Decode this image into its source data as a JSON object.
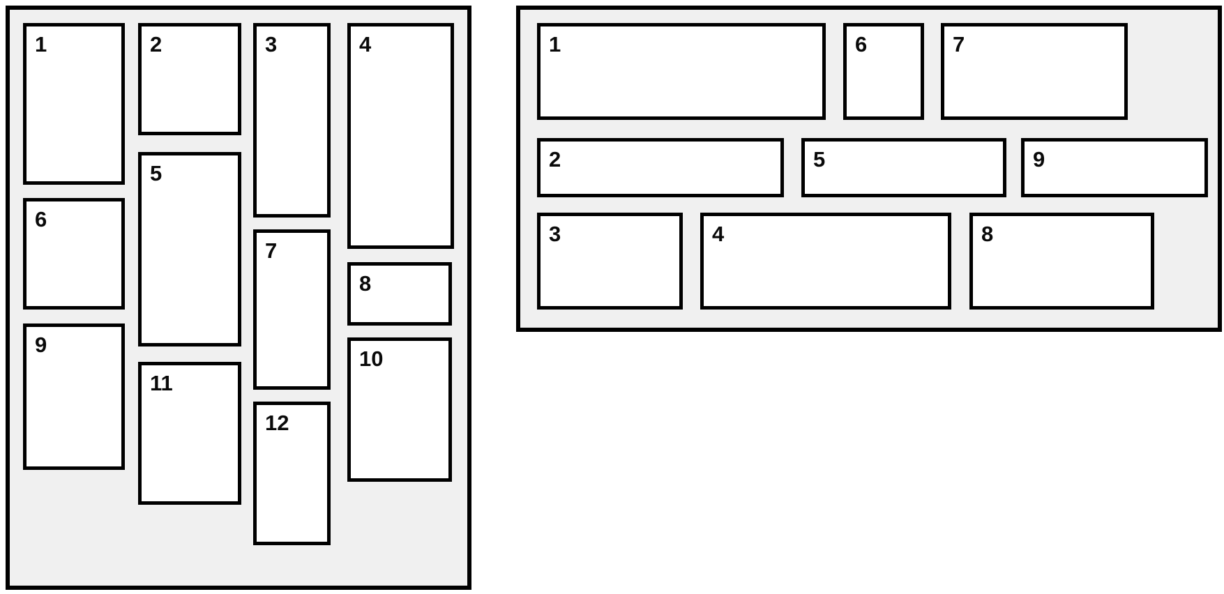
{
  "colors": {
    "page_bg": "#ffffff",
    "panel_bg": "#f0f0f0",
    "box_bg": "#ffffff",
    "border_color": "#000000",
    "label_color": "#0a0a0a"
  },
  "left_panel": {
    "description": "vertical-masonry-columns-example",
    "items": [
      {
        "label": "1"
      },
      {
        "label": "2"
      },
      {
        "label": "3"
      },
      {
        "label": "4"
      },
      {
        "label": "5"
      },
      {
        "label": "6"
      },
      {
        "label": "7"
      },
      {
        "label": "8"
      },
      {
        "label": "9"
      },
      {
        "label": "10"
      },
      {
        "label": "11"
      },
      {
        "label": "12"
      }
    ]
  },
  "right_panel": {
    "description": "horizontal-masonry-rows-example",
    "items": [
      {
        "label": "1"
      },
      {
        "label": "2"
      },
      {
        "label": "3"
      },
      {
        "label": "4"
      },
      {
        "label": "5"
      },
      {
        "label": "6"
      },
      {
        "label": "7"
      },
      {
        "label": "8"
      },
      {
        "label": "9"
      }
    ]
  }
}
